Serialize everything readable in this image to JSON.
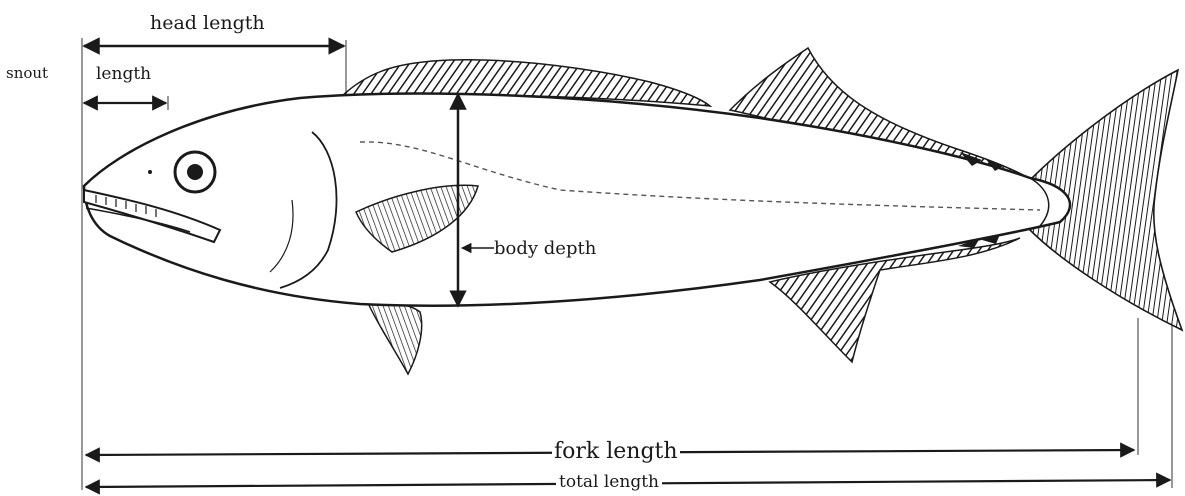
{
  "labels": {
    "head_length": "head length",
    "snout": "snout",
    "snout_length": "length",
    "body_depth": "body depth",
    "fork_length": "fork length",
    "total_length": "total length"
  },
  "colors": {
    "ink": "#1a1a1a",
    "background": "#ffffff"
  }
}
